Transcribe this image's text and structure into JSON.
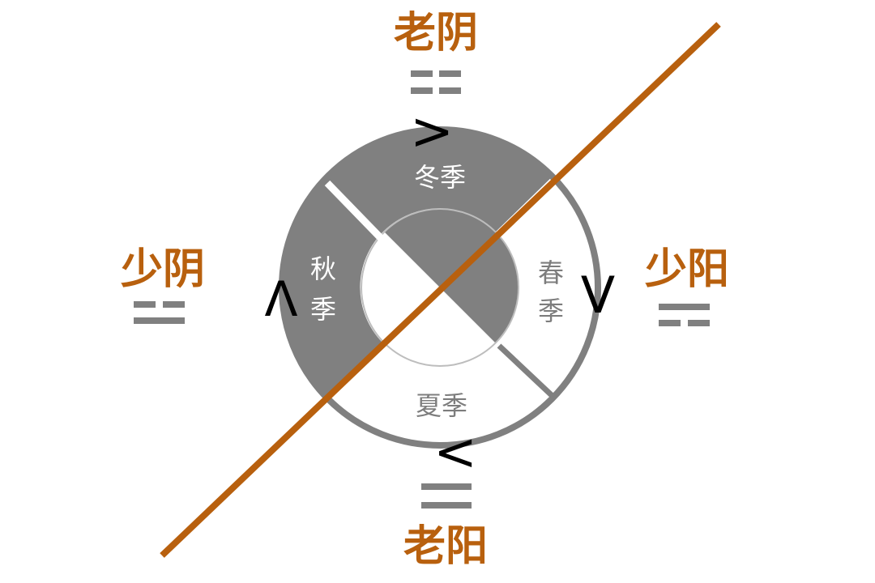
{
  "labels": {
    "top": "老阴",
    "bottom": "老阳",
    "left": "少阴",
    "right": "少阳"
  },
  "seasons": {
    "winter": "冬季",
    "autumn_1": "秋",
    "autumn_2": "季",
    "spring_1": "春",
    "spring_2": "季",
    "summer": "夏季"
  },
  "arrows": {
    "top": ">",
    "right": "V",
    "bottom": "<",
    "left": "Λ"
  },
  "colors": {
    "accent": "#b8600e",
    "gray": "#808080",
    "light_gray": "#bdbdbd",
    "black": "#000000",
    "white": "#ffffff"
  }
}
